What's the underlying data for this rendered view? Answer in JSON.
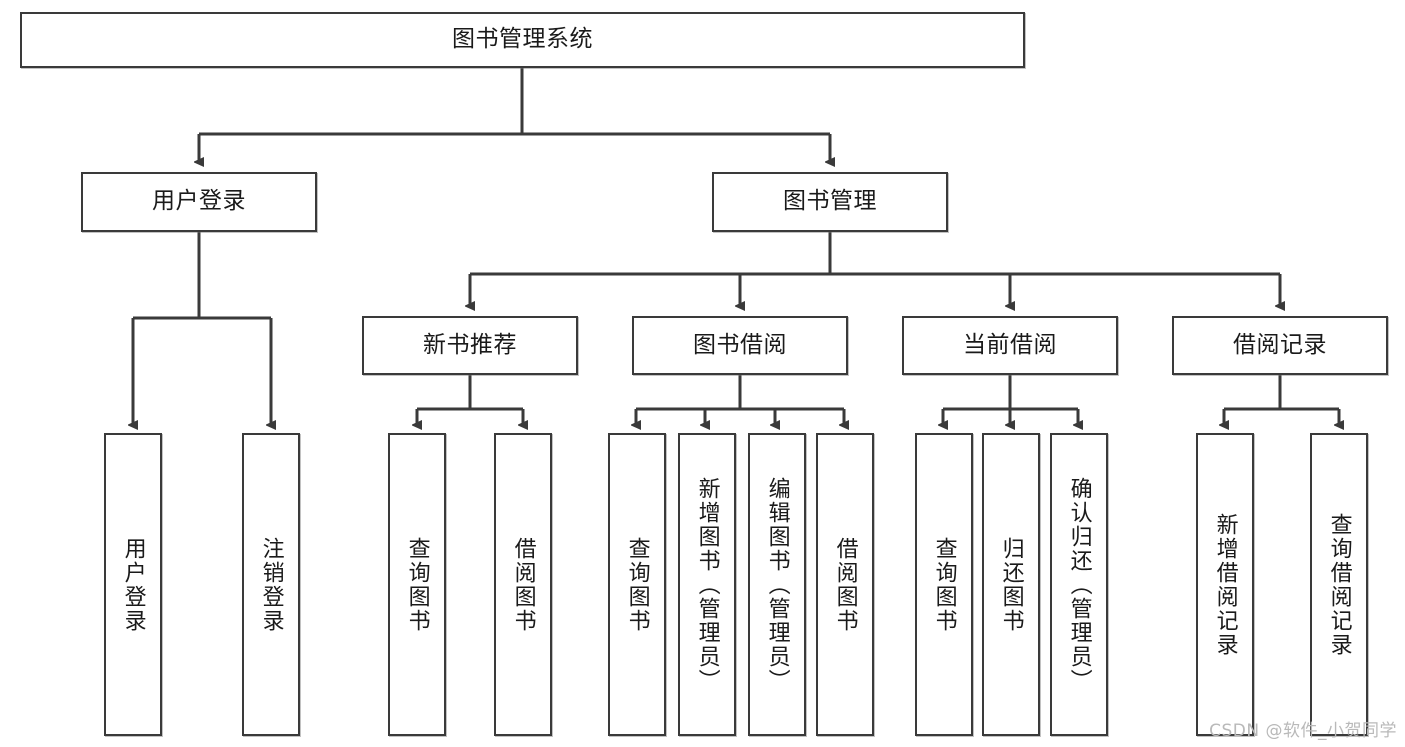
{
  "diagram": {
    "title": "图书管理系统",
    "type": "hierarchy-tree",
    "watermark": "CSDN @软件_小贺同学",
    "colors": {
      "box_border": "#3a3a3a",
      "box_fill": "#ffffff",
      "edge": "#3a3a3a",
      "text": "#1a1a1a",
      "watermark": "#b9b9b9"
    },
    "root": {
      "label": "图书管理系统"
    },
    "level2": [
      {
        "label": "用户登录"
      },
      {
        "label": "图书管理"
      }
    ],
    "level3": [
      {
        "label": "新书推荐"
      },
      {
        "label": "图书借阅"
      },
      {
        "label": "当前借阅"
      },
      {
        "label": "借阅记录"
      }
    ],
    "leaves": {
      "user_login": [
        {
          "label": "用户登录"
        },
        {
          "label": "注销登录"
        }
      ],
      "new_book_recommend": [
        {
          "label": "查询图书"
        },
        {
          "label": "借阅图书"
        }
      ],
      "book_borrow": [
        {
          "label": "查询图书"
        },
        {
          "label": "新增图书（管理员）"
        },
        {
          "label": "编辑图书（管理员）"
        },
        {
          "label": "借阅图书"
        }
      ],
      "current_borrow": [
        {
          "label": "查询图书"
        },
        {
          "label": "归还图书"
        },
        {
          "label": "确认归还（管理员）"
        }
      ],
      "borrow_record": [
        {
          "label": "新增借阅记录"
        },
        {
          "label": "查询借阅记录"
        }
      ]
    }
  }
}
